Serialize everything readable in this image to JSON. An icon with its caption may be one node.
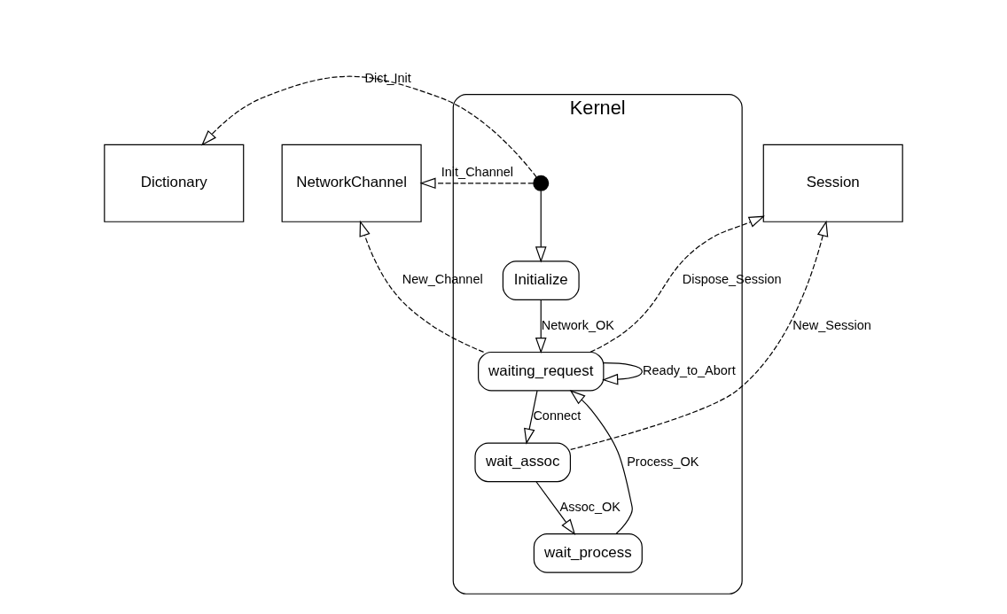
{
  "diagram": {
    "nodes": [
      {
        "text": [
          "Dictionary"
        ]
      },
      {
        "text": [
          "NetworkChannel"
        ]
      },
      {
        "text": [
          "Session"
        ]
      },
      {
        "text": [
          "Kernel"
        ]
      },
      {
        "text": [],
        "shape": "circle",
        "in": 3
      },
      {
        "text": [
          "Initialize"
        ],
        "in": 3
      },
      {
        "text": [
          "waiting_request"
        ],
        "in": 3
      },
      {
        "text": [
          "wait_assoc"
        ],
        "in": 3
      },
      {
        "text": [
          "wait_process"
        ],
        "in": 3
      }
    ],
    "edges": [
      {
        "from": 4,
        "to": 5,
        "arrow": "to"
      },
      {
        "from": 5,
        "to": 6,
        "arrow": "to",
        "label": "Network_OK"
      },
      {
        "from": 6,
        "to": 7,
        "arrow": "to",
        "label": "Connect"
      },
      {
        "from": 7,
        "to": 8,
        "arrow": "to",
        "label": "Assoc_OK"
      },
      {
        "from": 8,
        "to": 6,
        "arrow": "to",
        "label": "Process_OK"
      },
      {
        "from": 6,
        "to": 6,
        "arrow": "to",
        "label": "Ready_to_Abort"
      },
      {
        "from": 4,
        "to": 0,
        "arrow": "to",
        "label": "Dict_Init",
        "style": "dashed"
      },
      {
        "from": 4,
        "to": 1,
        "arrow": "to",
        "label": "Init_Channel",
        "style": "dashed"
      },
      {
        "from": 6,
        "to": 1,
        "arrow": "to",
        "label": "New_Channel",
        "style": "dashed"
      },
      {
        "from": 7,
        "to": 2,
        "arrow": "to",
        "label": "New_Session",
        "style": "dashed"
      },
      {
        "from": 6,
        "to": 2,
        "arrow": "to",
        "label": "Dispose_Session",
        "style": "dashed"
      }
    ]
  }
}
